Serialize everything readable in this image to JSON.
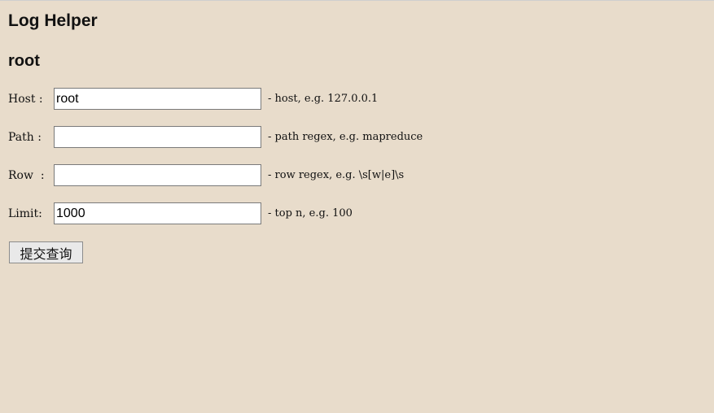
{
  "header": {
    "title": "Log Helper",
    "user": "root"
  },
  "form": {
    "rows": [
      {
        "label": "Host :",
        "value": "root",
        "placeholder": "",
        "hint": "- host, e.g. 127.0.0.1"
      },
      {
        "label": "Path :",
        "value": "",
        "placeholder": "",
        "hint": "- path regex, e.g. mapreduce"
      },
      {
        "label": "Row  :",
        "value": "",
        "placeholder": "",
        "hint": "- row regex, e.g. \\s[w|e]\\s"
      },
      {
        "label": "Limit:",
        "value": "1000",
        "placeholder": "",
        "hint": "- top n, e.g. 100"
      }
    ],
    "submit_label": "提交查询"
  }
}
